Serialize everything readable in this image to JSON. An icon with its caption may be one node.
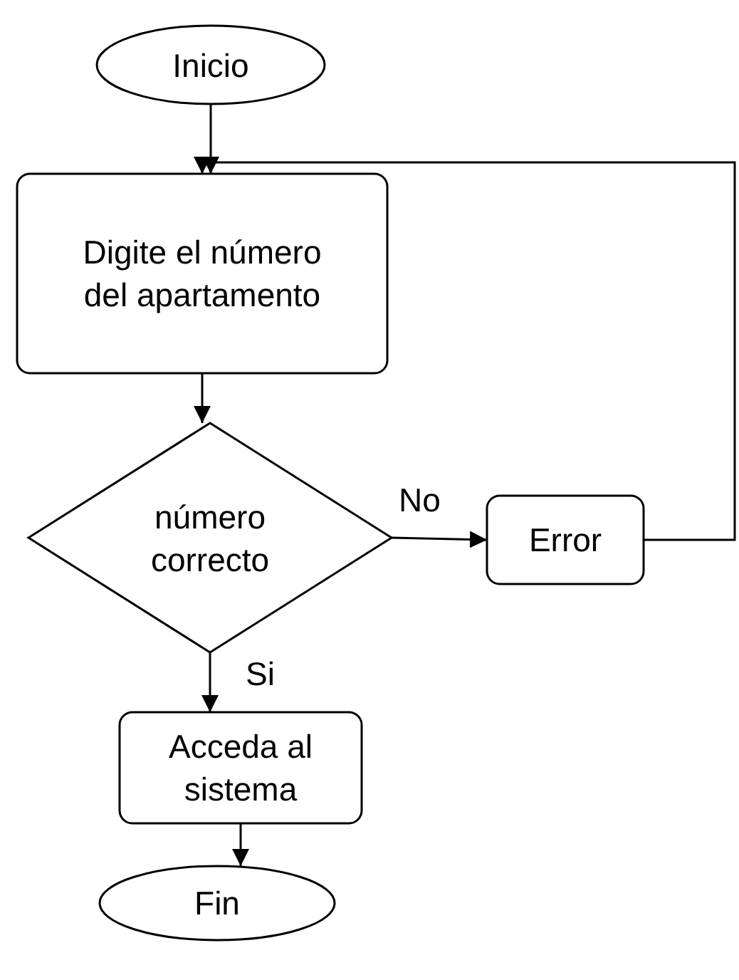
{
  "diagram": {
    "nodes": [
      {
        "text": [
          "Inicio"
        ]
      },
      {
        "text": [
          "Digite el número del apartamento"
        ]
      },
      {
        "text": [
          "número correcto"
        ]
      },
      {
        "text": [
          "Error"
        ]
      },
      {
        "text": [
          "Acceda al sistema"
        ]
      },
      {
        "text": [
          "Fin"
        ]
      }
    ],
    "edges": [
      {
        "from": 0,
        "to": 1,
        "arrow": "to"
      },
      {
        "from": 1,
        "to": 2,
        "arrow": "to"
      },
      {
        "from": 2,
        "to": 3,
        "arrow": "to",
        "label": "No"
      },
      {
        "from": 3,
        "to": 1,
        "arrow": "to"
      },
      {
        "from": 2,
        "to": 4,
        "arrow": "to",
        "label": "Si"
      },
      {
        "from": 4,
        "to": 5,
        "arrow": "to"
      }
    ]
  }
}
